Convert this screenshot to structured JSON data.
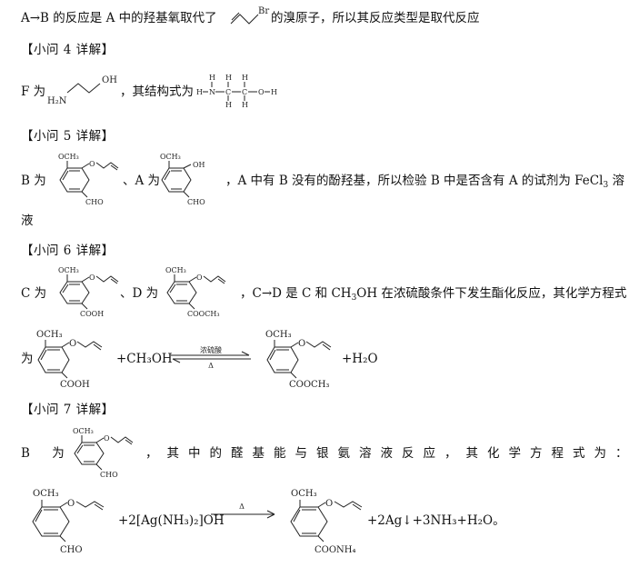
{
  "line1": {
    "before": "A→B 的反应是 A 中的羟基氧取代了",
    "br": "Br",
    "after": "的溴原子，所以其反应类型是取代反应"
  },
  "q4": {
    "header": "【小问 4 详解】",
    "f_prefix": "F 为",
    "oh": "OH",
    "h2n": "H₂N",
    "mid": "，其结构式为",
    "atoms": {
      "h": "H",
      "n": "N",
      "c": "C",
      "o": "O",
      "dash": "-"
    }
  },
  "q5": {
    "header": "【小问 5 详解】",
    "b_prefix": "B 为",
    "sep": "、A 为",
    "text": "，A 中有 B 没有的酚羟基，所以检验 B 中是否含有 A 的试剂为 FeCl",
    "sub3": "3",
    "tail": "溶",
    "wrap": "液",
    "och3": "OCH₃",
    "cho": "CHO",
    "oh": "OH"
  },
  "q6": {
    "header": "【小问 6 详解】",
    "c_prefix": "C 为",
    "sep": "、D 为",
    "text1": "，C→D 是 C 和 CH",
    "sub3": "3",
    "text2": "OH 在浓硫酸条件下发生酯化反应，其化学方程式",
    "wei": "为",
    "cooh": "COOH",
    "cooch3": "COOCH₃",
    "och3": "OCH₃",
    "plus_ch3oh": "+CH₃OH",
    "cond_top": "浓硫酸",
    "cond_bottom": "Δ",
    "plus_h2o": "+H₂O"
  },
  "q7": {
    "header": "【小问 7 详解】",
    "b_prefix": "B 为",
    "text": "，其中的醛基能与银氨溶液反应，其化学方程式为：",
    "och3": "OCH₃",
    "cho": "CHO",
    "coonh4": "COONH₄",
    "reagent": "+2[Ag(NH₃)₂]OH",
    "cond": "Δ",
    "products": "+2Ag↓+3NH₃+H₂O。"
  }
}
